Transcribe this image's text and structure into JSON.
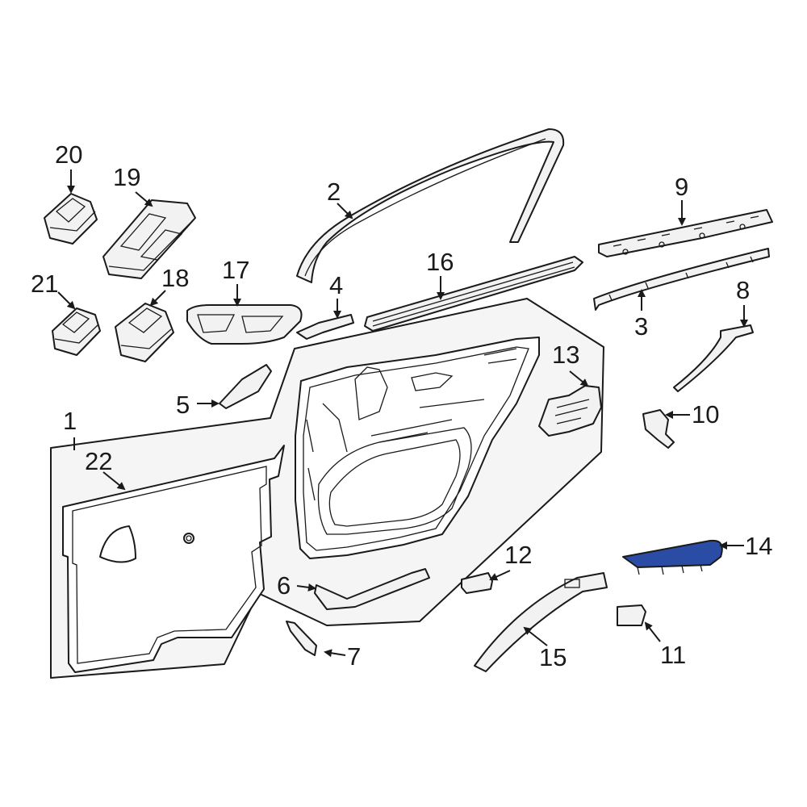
{
  "diagram": {
    "highlight_color": "#2b4ca5",
    "line_color": "#1a1a1a",
    "callouts": [
      "1",
      "2",
      "3",
      "4",
      "5",
      "6",
      "7",
      "8",
      "9",
      "10",
      "11",
      "12",
      "13",
      "14",
      "15",
      "16",
      "17",
      "18",
      "19",
      "20",
      "21",
      "22"
    ]
  }
}
